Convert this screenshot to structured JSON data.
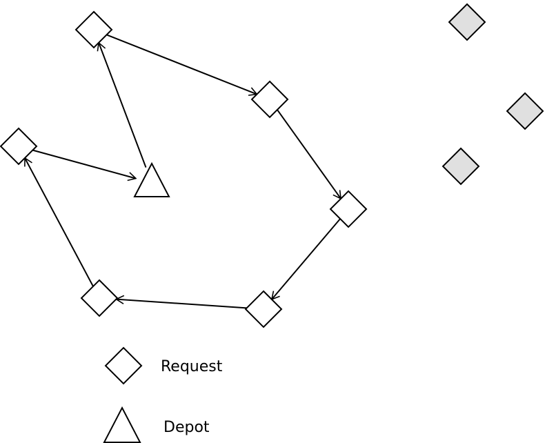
{
  "diagram": {
    "title": "",
    "colors": {
      "stroke": "#000000",
      "unvisited_fill": "#e0e0e0",
      "node_fill": "#ffffff"
    },
    "legend": {
      "request_label": "Request",
      "depot_label": "Depot"
    },
    "nodes": [
      {
        "id": "depot",
        "kind": "depot"
      },
      {
        "id": "r1",
        "kind": "request",
        "visited": true
      },
      {
        "id": "r2",
        "kind": "request",
        "visited": true
      },
      {
        "id": "r3",
        "kind": "request",
        "visited": true
      },
      {
        "id": "r4",
        "kind": "request",
        "visited": true
      },
      {
        "id": "r5",
        "kind": "request",
        "visited": true
      },
      {
        "id": "r6",
        "kind": "request",
        "visited": true
      },
      {
        "id": "u1",
        "kind": "request",
        "visited": false
      },
      {
        "id": "u2",
        "kind": "request",
        "visited": false
      },
      {
        "id": "u3",
        "kind": "request",
        "visited": false
      }
    ],
    "route": [
      "depot",
      "r1",
      "r2",
      "r3",
      "r4",
      "r5",
      "r6",
      "depot"
    ]
  }
}
